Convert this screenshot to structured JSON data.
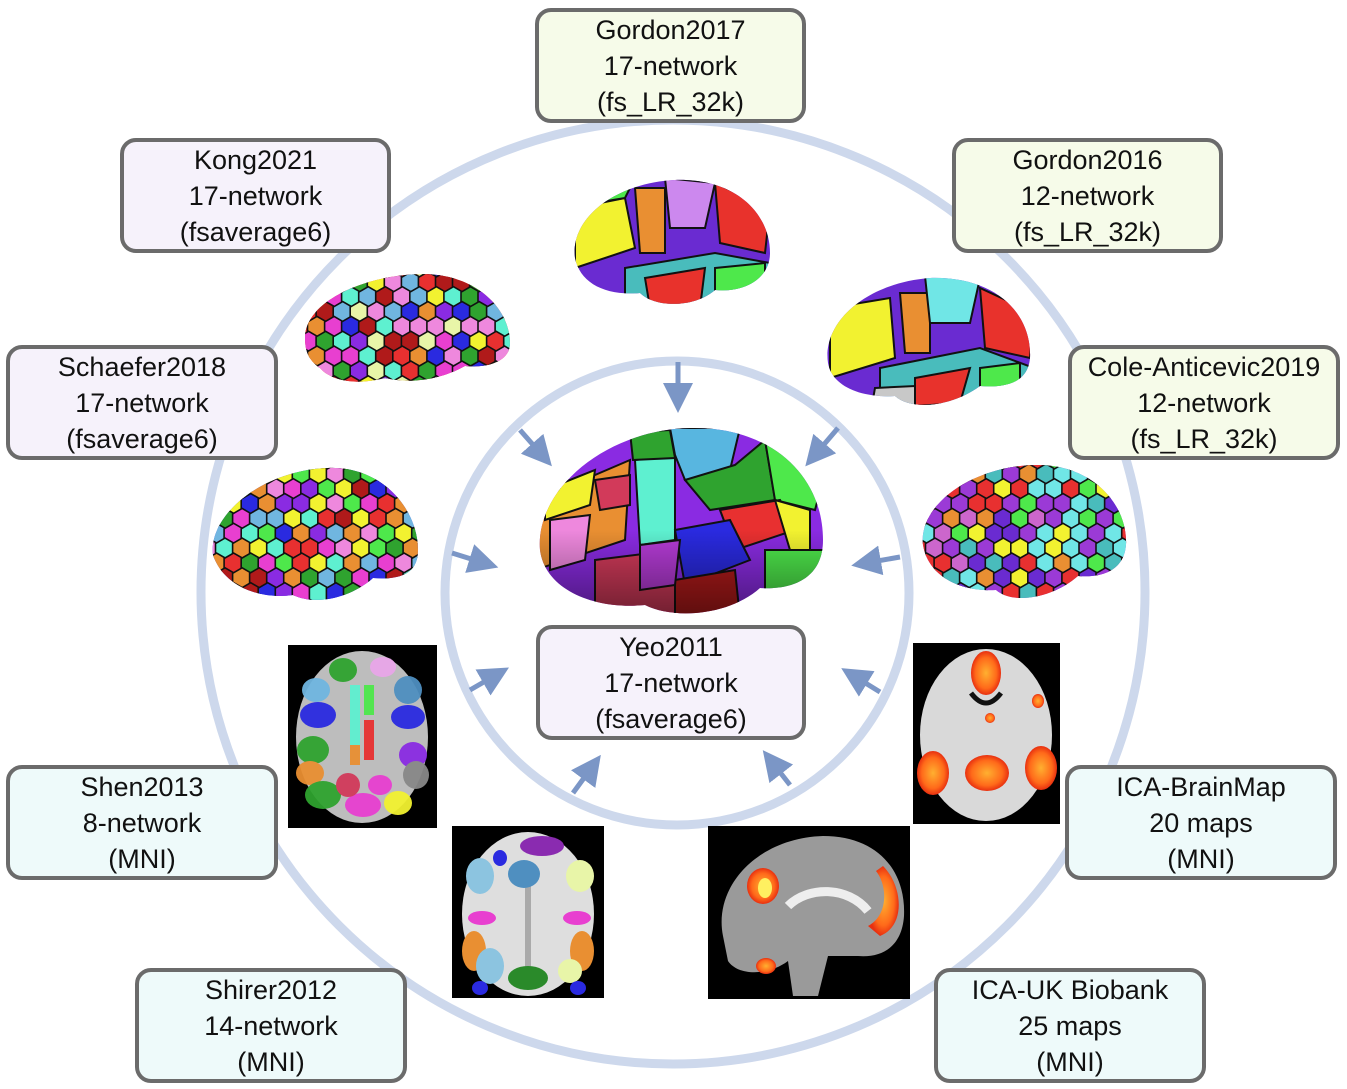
{
  "diagram": {
    "title": "Brain network atlases mapped to Yeo2011 17-network",
    "colors": {
      "ring": "#cdd8ec",
      "arrow": "#7b96c6",
      "box_border": "#6b6b6b",
      "tint_lavender": "#f6f2fb",
      "tint_yellow": "#f6fbe9",
      "tint_cyan": "#eefafa"
    },
    "center": {
      "name": "Yeo2011",
      "networks": "17-network",
      "space": "(fsaverage6)"
    },
    "atlases": [
      {
        "id": "gordon2017",
        "name": "Gordon2017",
        "networks": "17-network",
        "space": "(fs_LR_32k)",
        "image": "cortical-surface-parcellation"
      },
      {
        "id": "kong2021",
        "name": "Kong2021",
        "networks": "17-network",
        "space": "(fsaverage6)",
        "image": "cortical-surface-parcellation"
      },
      {
        "id": "gordon2016",
        "name": "Gordon2016",
        "networks": "12-network",
        "space": "(fs_LR_32k)",
        "image": "cortical-surface-parcellation"
      },
      {
        "id": "schaefer2018",
        "name": "Schaefer2018",
        "networks": "17-network",
        "space": "(fsaverage6)",
        "image": "cortical-surface-parcellation"
      },
      {
        "id": "cole_anticevic2019",
        "name": "Cole-Anticevic2019",
        "networks": "12-network",
        "space": "(fs_LR_32k)",
        "image": "cortical-surface-parcellation"
      },
      {
        "id": "shen2013",
        "name": "Shen2013",
        "networks": "8-network",
        "space": "(MNI)",
        "image": "axial-mri-parcellation"
      },
      {
        "id": "ica_brainmap",
        "name": "ICA-BrainMap",
        "networks": "20 maps",
        "space": "(MNI)",
        "image": "axial-mri-activation"
      },
      {
        "id": "shirer2012",
        "name": "Shirer2012",
        "networks": "14-network",
        "space": "(MNI)",
        "image": "axial-mri-parcellation"
      },
      {
        "id": "ica_ukbiobank",
        "name": "ICA-UK Biobank",
        "networks": "25 maps",
        "space": "(MNI)",
        "image": "sagittal-mri-activation"
      }
    ]
  }
}
